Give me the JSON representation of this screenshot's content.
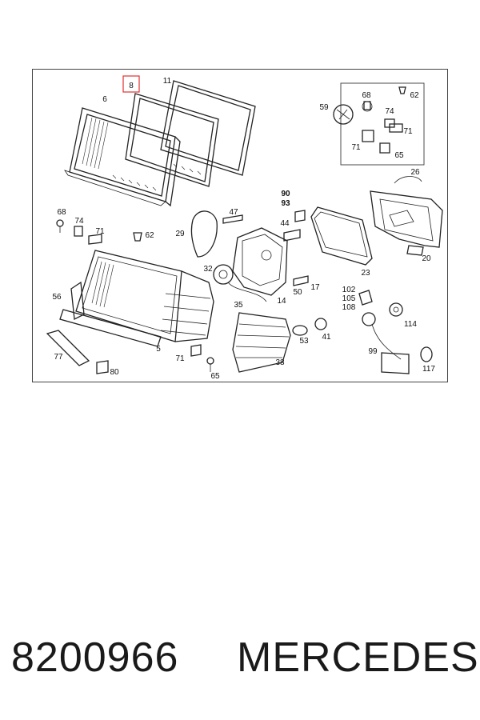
{
  "diagram": {
    "highlighted_part": "8",
    "labels": {
      "p8": "8",
      "p11": "11",
      "p6": "6",
      "p59": "59",
      "p68a": "68",
      "p74a": "74",
      "p62a": "62",
      "p71a": "71",
      "p71b": "71",
      "p65a": "65",
      "p26": "26",
      "p90": "90",
      "p93": "93",
      "p68b": "68",
      "p74b": "74",
      "p71c": "71",
      "p62b": "62",
      "p47": "47",
      "p29": "29",
      "p44": "44",
      "p23": "23",
      "p20": "20",
      "p32": "32",
      "p35": "35",
      "p14": "14",
      "p50": "50",
      "p17": "17",
      "p56": "56",
      "p5": "5",
      "p102": "102",
      "p105": "105",
      "p108": "108",
      "p114": "114",
      "p77": "77",
      "p71d": "71",
      "p53": "53",
      "p41": "41",
      "p99": "99",
      "p80": "80",
      "p65b": "65",
      "p38": "38",
      "p117": "117"
    }
  },
  "footer": {
    "part_number": "8200966",
    "brand": "MERCEDES"
  }
}
